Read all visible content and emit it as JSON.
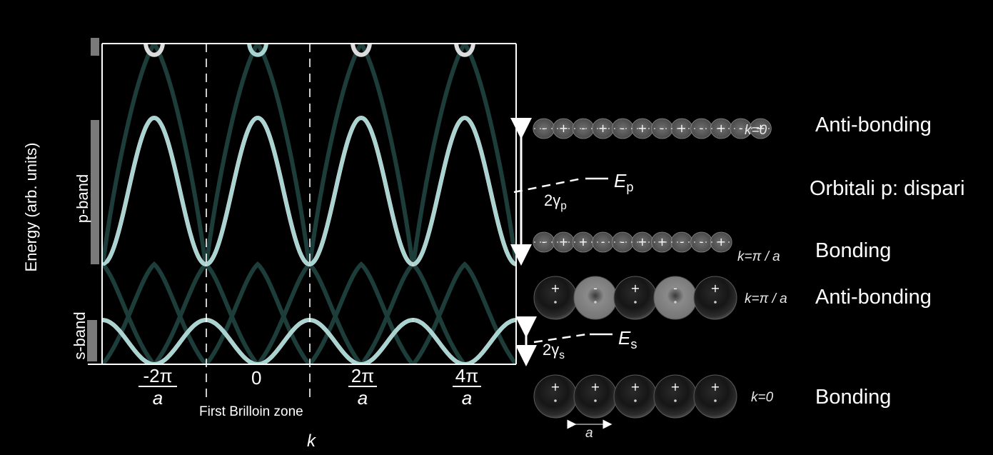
{
  "axes": {
    "y_label": "Energy (arb. units)",
    "x_label": "k",
    "zone_label": "First Brilloin zone",
    "x_ticks": [
      {
        "num": "-2π",
        "den": "a"
      },
      {
        "plain": "0"
      },
      {
        "num": "2π",
        "den": "a"
      },
      {
        "num": "4π",
        "den": "a"
      }
    ]
  },
  "bands": {
    "p_band": "p-band",
    "s_band": "s-band"
  },
  "energies": {
    "ep": {
      "letter": "E",
      "sub": "p"
    },
    "es": {
      "letter": "E",
      "sub": "s"
    },
    "gp": {
      "pre": "2γ",
      "sub": "p"
    },
    "gs": {
      "pre": "2γ",
      "sub": "s"
    }
  },
  "orbitals": {
    "p_anti_k": "k=0",
    "p_bond_k": "k=π / a",
    "s_anti_k": "k=π / a",
    "s_bond_k": "k=0",
    "spacing": "a",
    "p_anti_signs": [
      "-",
      "+",
      "-",
      "+",
      "-",
      "+",
      "-",
      "+",
      "-",
      "+",
      "-",
      "+"
    ],
    "p_bond_signs": [
      "-",
      "+",
      "+",
      "-",
      "-",
      "+",
      "+",
      "-",
      "-",
      "+"
    ],
    "s_anti_signs": [
      "+",
      "-",
      "+",
      "-",
      "+"
    ],
    "s_bond_signs": [
      "+",
      "+",
      "+",
      "+",
      "+"
    ]
  },
  "descriptions": {
    "p_anti": "Anti-bonding",
    "p_title": "Orbitali p: dispari",
    "p_bond": "Bonding",
    "s_anti": "Anti-bonding",
    "s_bond": "Bonding"
  },
  "colors": {
    "extended": "#dcdcdc",
    "first_zone": "#a8d4d2",
    "folded": "#1d3d3a",
    "frame": "#ffffff",
    "band_bar": "#7a7a7a"
  }
}
